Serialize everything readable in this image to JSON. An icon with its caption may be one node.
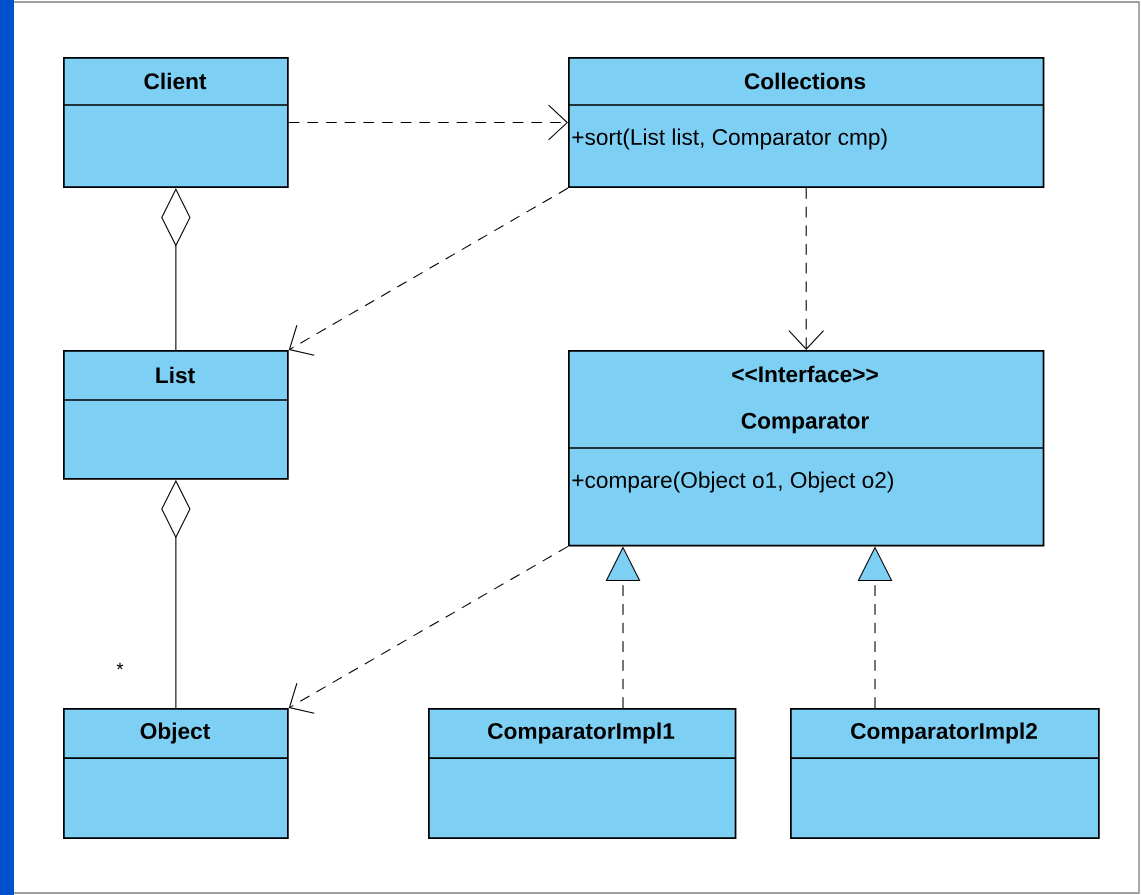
{
  "diagram": {
    "nodes": [
      {
        "text": [
          "Client"
        ]
      },
      {
        "text": [
          "Collections",
          "+sort(List list, Comparator cmp)"
        ]
      },
      {
        "text": [
          "List"
        ]
      },
      {
        "text": [
          "<<Interface>>",
          "Comparator",
          "+compare(Object o1, Object o2)"
        ]
      },
      {
        "text": [
          "Object"
        ]
      },
      {
        "text": [
          "ComparatorImpl1"
        ]
      },
      {
        "text": [
          "ComparatorImpl2"
        ]
      }
    ],
    "edges": [
      {
        "from": 0,
        "to": 1,
        "arrow": "to",
        "style": "dashed"
      },
      {
        "from": 1,
        "to": 2,
        "arrow": "to",
        "style": "dashed"
      },
      {
        "from": 1,
        "to": 3,
        "arrow": "to",
        "style": "dashed"
      },
      {
        "from": 3,
        "to": 4,
        "arrow": "to",
        "style": "dashed"
      },
      {
        "from": 5,
        "to": 3,
        "arrow": "to",
        "style": "dashed"
      },
      {
        "from": 6,
        "to": 3,
        "arrow": "to",
        "style": "dashed"
      },
      {
        "from": 0,
        "to": 2,
        "arrow": "other"
      },
      {
        "from": 2,
        "to": 4,
        "arrow": "other",
        "label": "*"
      }
    ]
  }
}
